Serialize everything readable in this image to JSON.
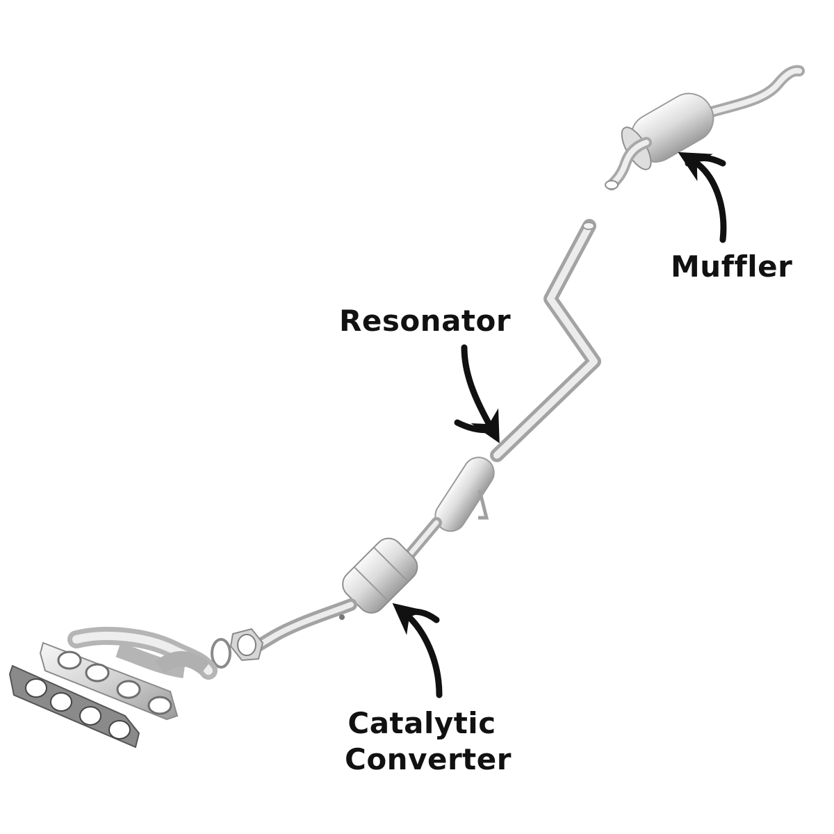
{
  "labels": {
    "muffler": "Muffler",
    "resonator": "Resonator",
    "catalytic_line1": "Catalytic",
    "catalytic_line2": "Converter"
  },
  "colors": {
    "metal_light": "#f2f2f2",
    "metal_mid": "#cfcfcf",
    "metal_dark": "#8e8e8e",
    "gasket": "#7a7a7a",
    "arrow": "#111111",
    "text": "#111111"
  },
  "icons": [
    "curved-arrow-icon"
  ]
}
